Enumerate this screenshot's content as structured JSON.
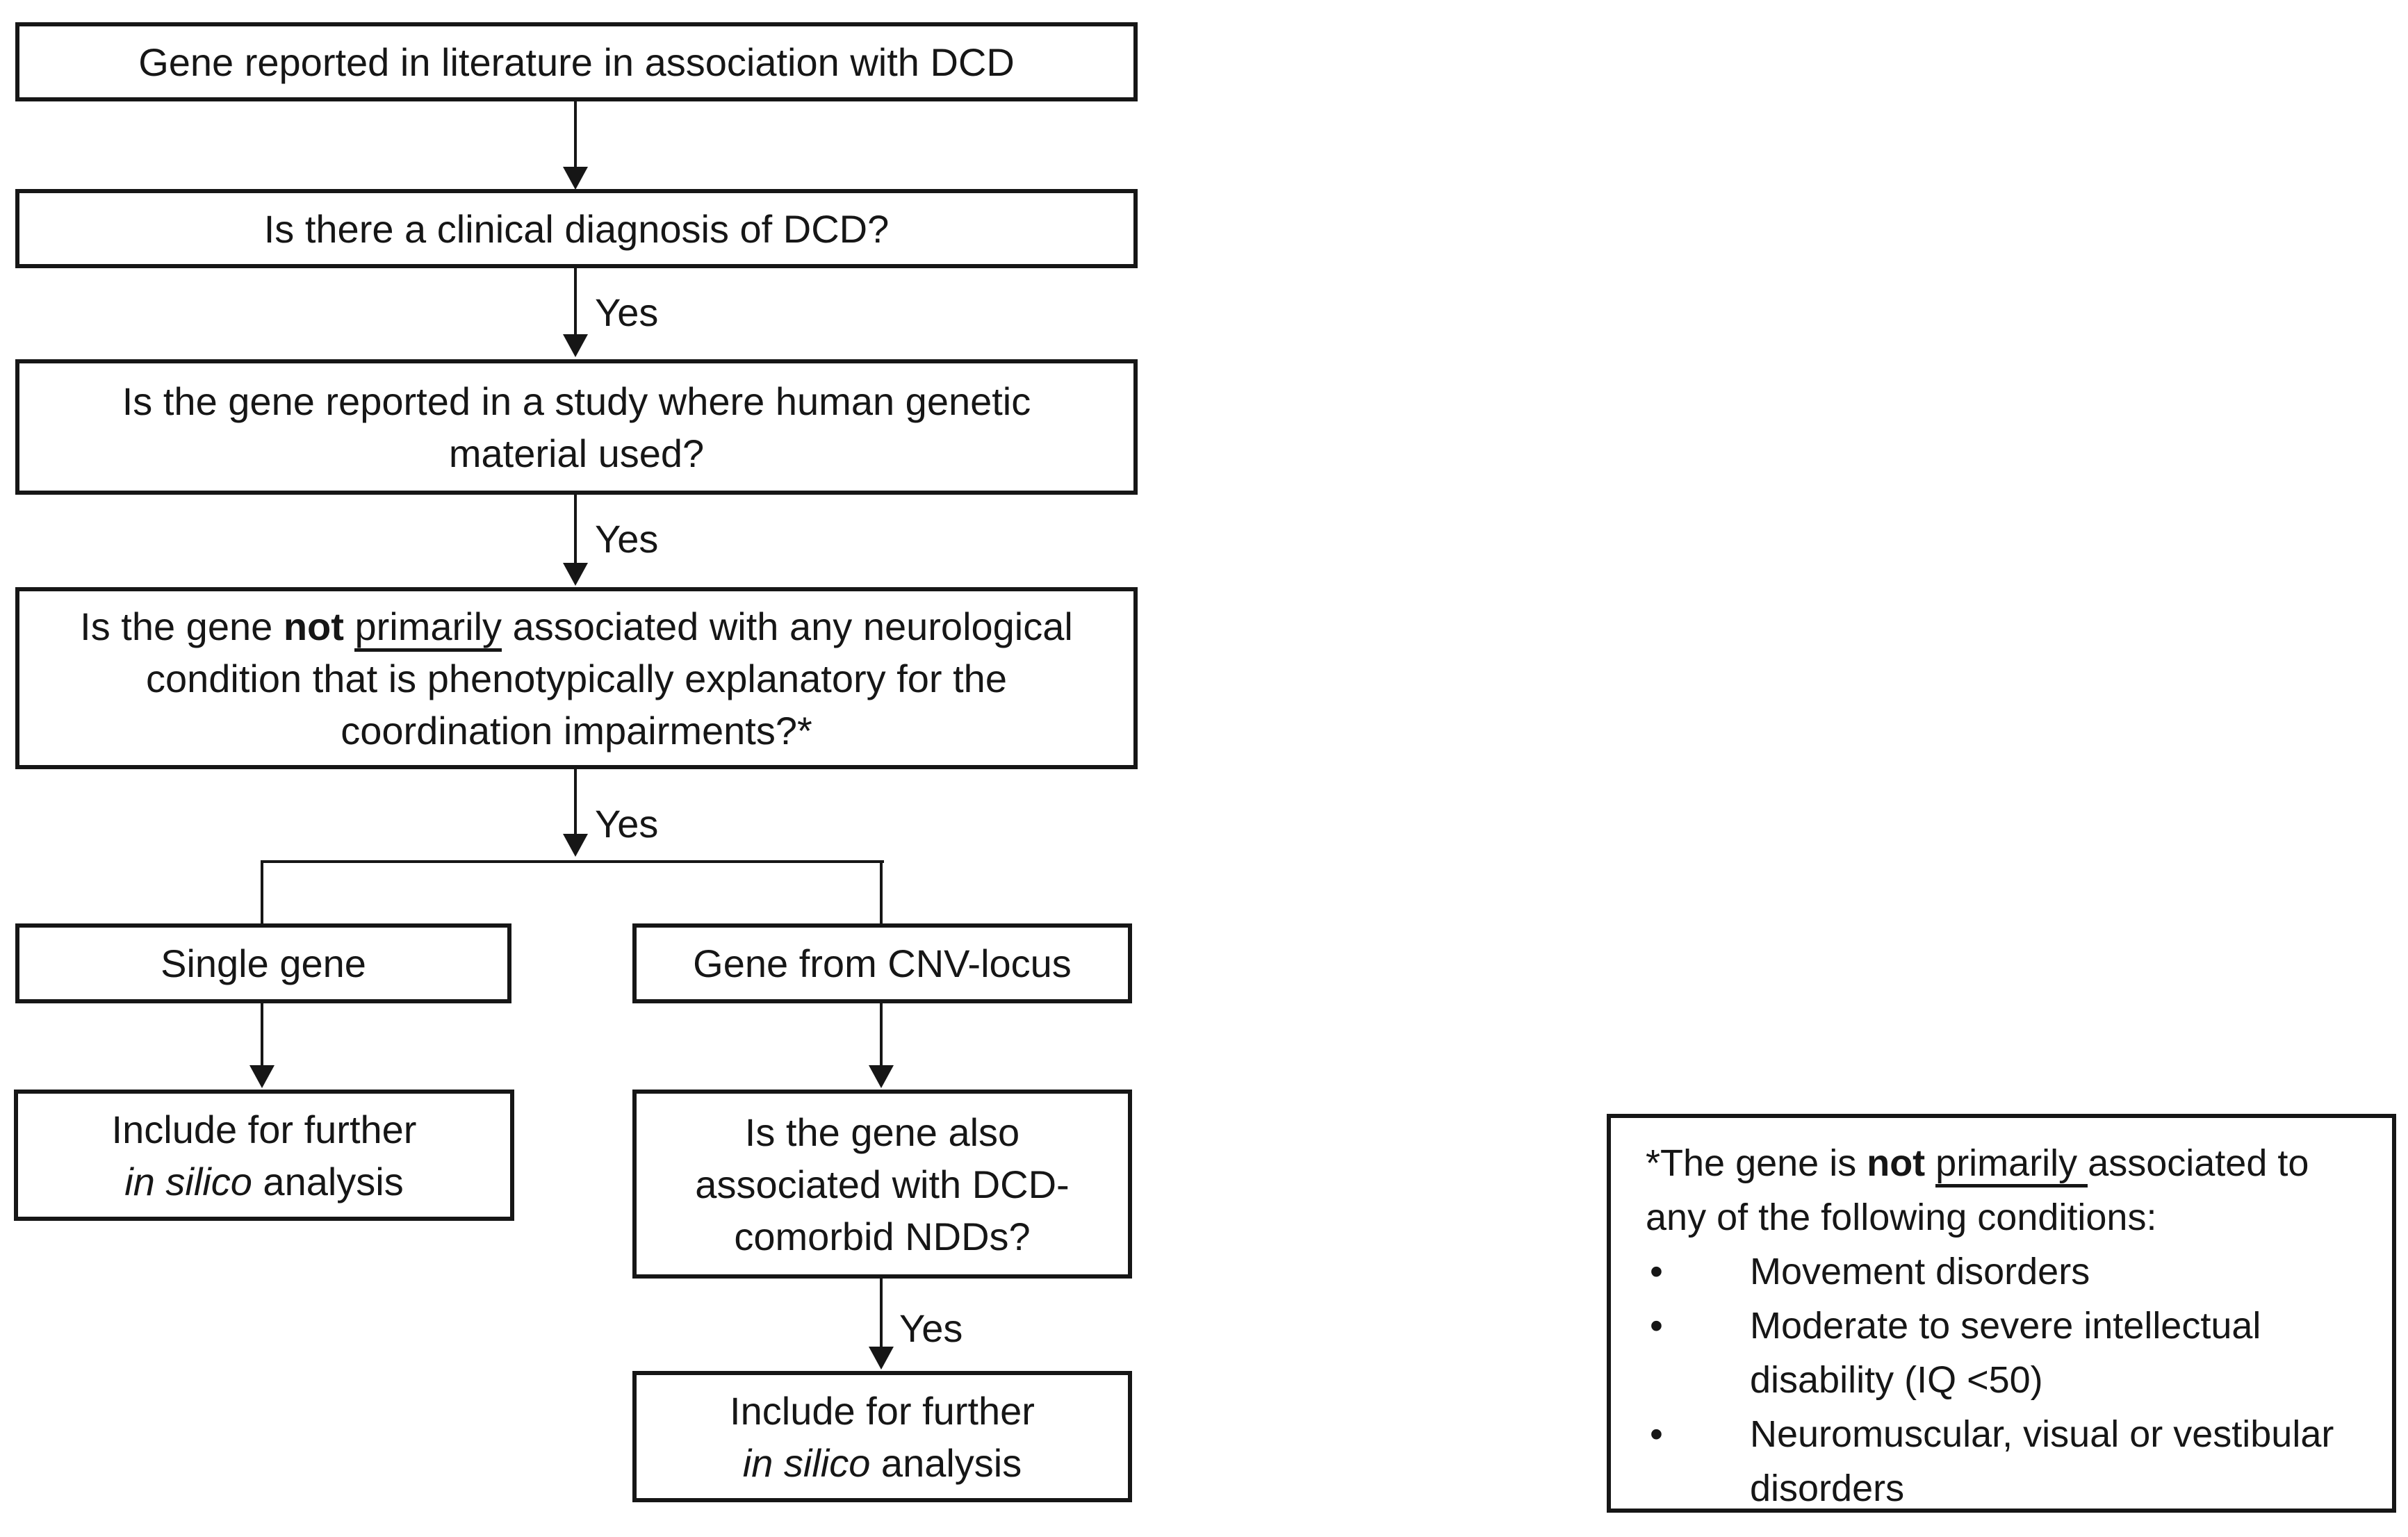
{
  "colors": {
    "ink": "#161616",
    "background": "#ffffff"
  },
  "flow": {
    "box_start": "Gene reported in literature in association with DCD",
    "box_clinical": "Is there a clinical diagnosis of DCD?",
    "box_human_l1": "Is the gene reported in a study where human genetic",
    "box_human_l2": "material used?",
    "box_primary_l1a": "Is the gene ",
    "box_primary_not": "not ",
    "box_primary_underlined": "primarily",
    "box_primary_l1b": " associated with any neurological",
    "box_primary_l2": "condition that is phenotypically explanatory for the",
    "box_primary_l3": "coordination impairments?*",
    "box_single": "Single gene",
    "box_cnv": "Gene from CNV-locus",
    "box_include_left_l1": "Include for further",
    "box_include_left_italic": "in silico",
    "box_include_left_l2rest": " analysis",
    "box_comorbid_l1": "Is the gene also",
    "box_comorbid_l2": "associated with DCD-",
    "box_comorbid_l3": "comorbid NDDs?",
    "box_include_bottom_l1": "Include for further",
    "box_include_bottom_italic": "in silico",
    "box_include_bottom_l2rest": " analysis",
    "label_yes_1": "Yes",
    "label_yes_2": "Yes",
    "label_yes_3": "Yes",
    "label_yes_4": "Yes"
  },
  "note": {
    "l1a": "*The gene is ",
    "l1_not": "not ",
    "l1_underlined": "primarily ",
    "l1b": "associated to",
    "l2": "any of the following conditions:",
    "bullets": [
      "Movement disorders",
      "Moderate to severe intellectual disability (IQ <50)",
      "Neuromuscular, visual or vestibular disorders"
    ]
  }
}
